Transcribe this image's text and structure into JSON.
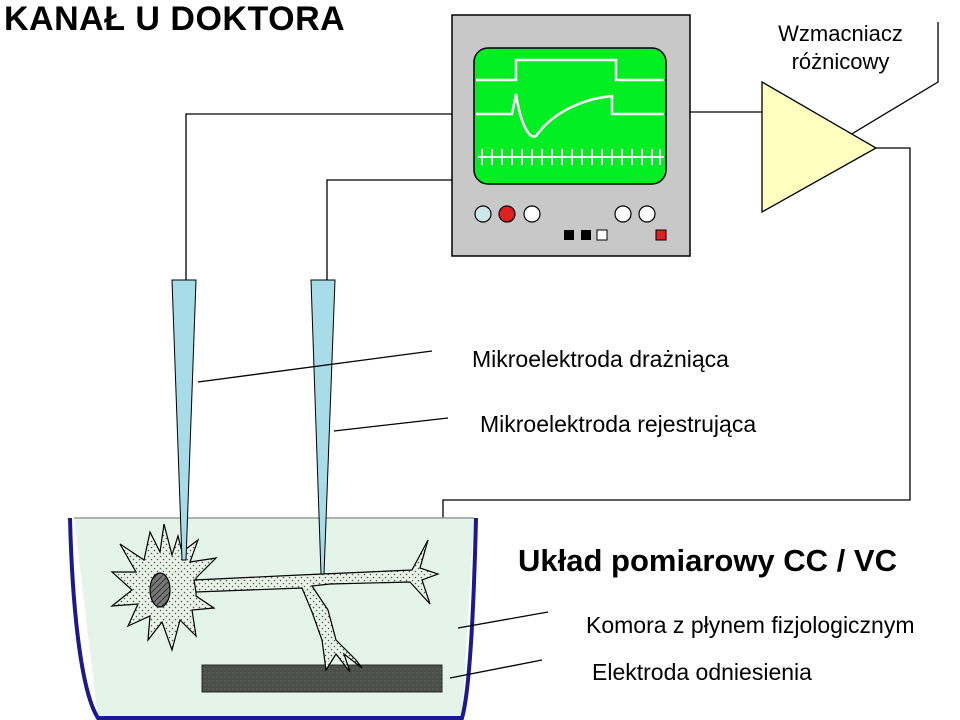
{
  "title": "KANAŁ U DOKTORA",
  "amplifier": {
    "line1": "Wzmacniacz",
    "line2": "różnicowy"
  },
  "labels": {
    "stimulating_electrode": "Mikroelektroda drażniąca",
    "recording_electrode": "Mikroelektroda rejestrująca",
    "setup": "Układ pomiarowy CC / VC",
    "chamber": "Komora z płynem fizjologicznym",
    "reference_electrode": "Elektroda odniesienia"
  },
  "colors": {
    "screen": "#00ee22",
    "monitor_body": "#c8c8c8",
    "amplifier": "#ffffc0",
    "electrode": "#a8dce8",
    "chamber_fluid": "#e4f4e8",
    "chamber_wall": "#1a1a8c",
    "reference_plate": "#4a4f4a",
    "neuron_fill": "#e8f4e8",
    "nucleus": "#707070",
    "knob_red": "#e02020",
    "knob_light_blue": "#cde8ec",
    "indicator_red": "#e02020"
  },
  "icons": [
    "oscilloscope-icon",
    "amplifier-triangle-icon",
    "neuron-icon",
    "microelectrode-icon"
  ]
}
